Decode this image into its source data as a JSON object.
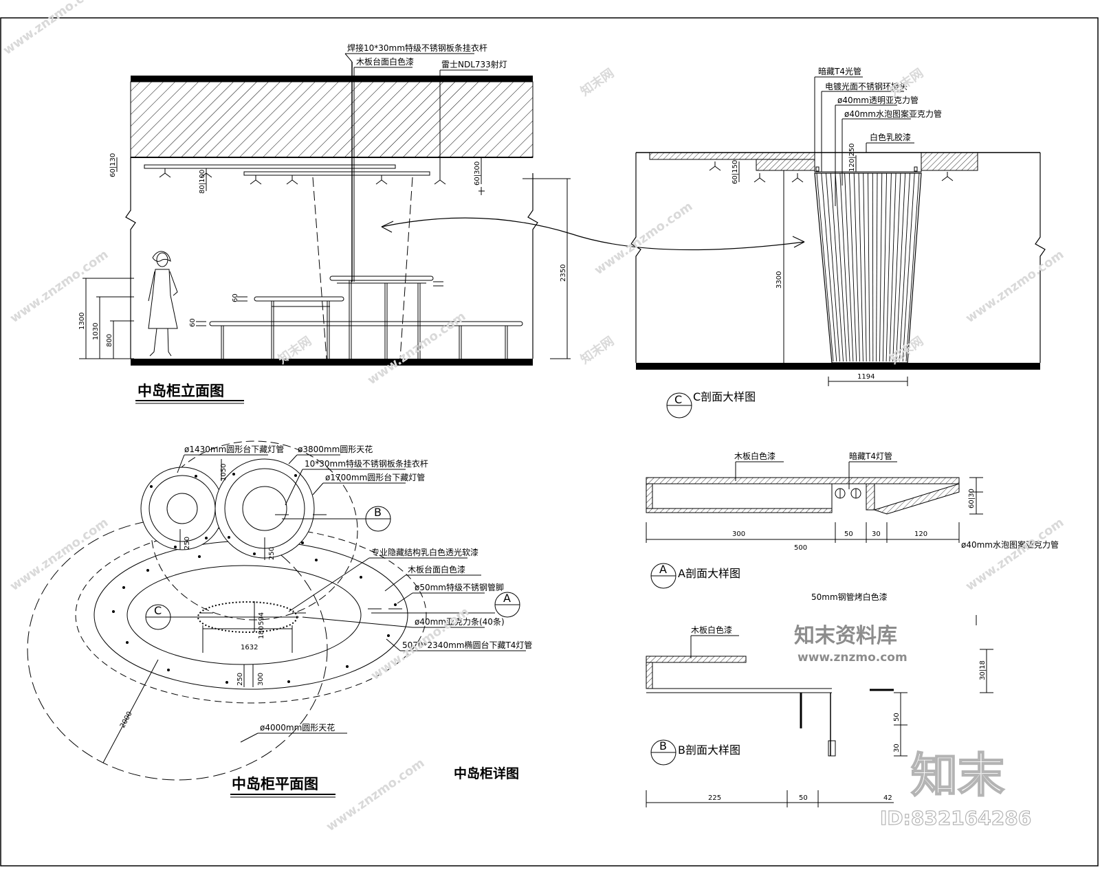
{
  "titles": {
    "elevation": "中岛柜立面图",
    "plan": "中岛柜平面图",
    "detail": "中岛柜详图",
    "section_c": "C剖面大样图",
    "section_a": "A剖面大样图",
    "section_b": "B剖面大样图"
  },
  "section_markers": {
    "a": "A",
    "b": "B",
    "c": "C"
  },
  "elevation_labels": {
    "rail": "焊接10*30mm特级不锈钢板条挂衣杆",
    "top_paint": "木板台面白色漆",
    "spotlight": "雷士NDL733射灯"
  },
  "elevation_dims": {
    "d1300": "1300",
    "d1030": "1030",
    "d800": "800",
    "d2350": "2350",
    "d60a": "60",
    "d60b": "60",
    "d130": "60|130",
    "d100": "80|100",
    "d300": "60|300"
  },
  "section_c_labels": {
    "t4": "暗藏T4光管",
    "joint": "电镀光面不锈钢环接头",
    "clear_tube": "ø40mm透明亚克力管",
    "bubble_tube": "ø40mm水泡图案亚克力管",
    "latex": "白色乳胶漆"
  },
  "section_c_dims": {
    "d3300": "3300",
    "d1194": "1194",
    "d120": "120|250",
    "d60": "60|150"
  },
  "plan_labels": {
    "ring1430": "ø1430mm圆形台下藏灯管",
    "ceiling3800": "ø3800mm圆形天花",
    "rail": "10*30mm特级不锈钢板条挂衣杆",
    "ring1700": "ø1700mm圆形台下藏灯管",
    "light_film": "专业隐藏结构乳白色透光软漆",
    "top_paint": "木板台面白色漆",
    "leg": "ø50mm特级不锈钢管脚",
    "rods": "ø40mm亚克力条(40条)",
    "ellipse_light": "5070*2340mm椭圆台下藏T4灯管",
    "ceiling4000": "ø4000mm圆形天花"
  },
  "plan_dims": {
    "d1050": "1050",
    "d250": "250",
    "d2502": "250",
    "d594": "594",
    "d1632": "1632",
    "d250c": "250",
    "d300": "300",
    "d2000": "2000",
    "d180": "180"
  },
  "section_a_labels": {
    "board": "木板白色漆",
    "t4": "暗藏T4灯管",
    "tube": "ø40mm水泡图案亚克力管"
  },
  "section_a_dims": {
    "d300": "300",
    "d50": "50",
    "d30": "30",
    "d120": "120",
    "d500": "500",
    "d60": "60|30"
  },
  "section_b_labels": {
    "pipe": "50mm钢管烤白色漆",
    "board": "木板白色漆"
  },
  "section_b_dims": {
    "d225": "225",
    "d50": "50",
    "d30": "30",
    "d50b": "50",
    "d30_18": "30|18",
    "tail": "42"
  },
  "watermark": {
    "brand": "知末资料库",
    "url": "www.znzmo.com",
    "logo": "知末",
    "id": "ID:832164286",
    "site": "www.znzmo.com",
    "cn": "知末网"
  }
}
